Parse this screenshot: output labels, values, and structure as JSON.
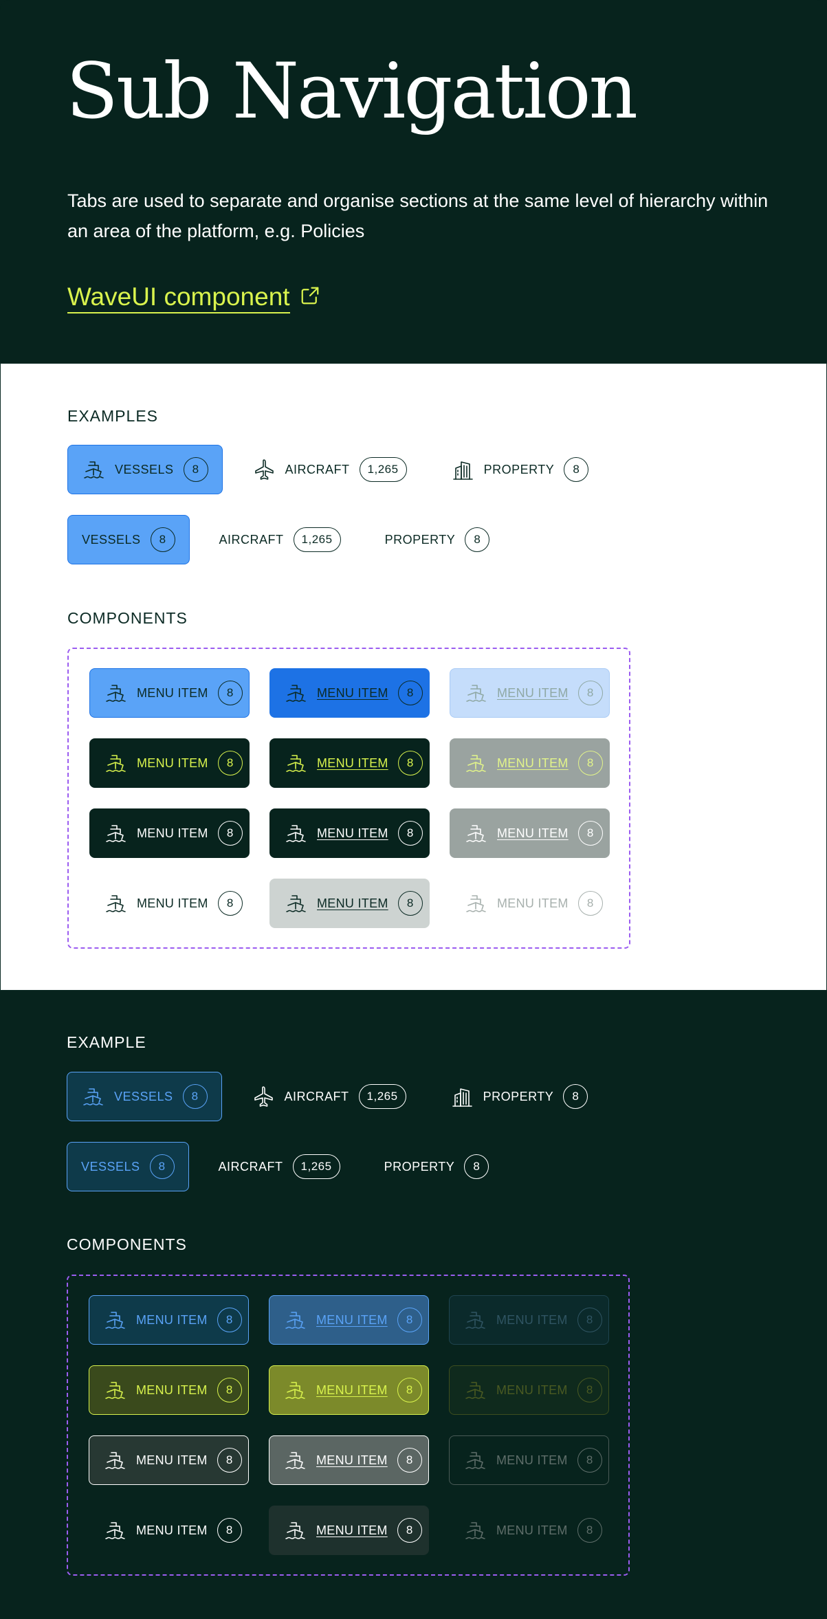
{
  "header": {
    "title": "Sub Navigation",
    "description": "Tabs are used to separate and organise sections at the same level of hierarchy within an area of the platform, e.g. Policies",
    "link_label": "WaveUI component",
    "link_icon": "external-link-icon"
  },
  "light": {
    "examples_label": "EXAMPLES",
    "examples_row1": [
      {
        "icon": "ship-icon",
        "label": "VESSELS",
        "count": "8"
      },
      {
        "icon": "airplane-icon",
        "label": "AIRCRAFT",
        "count": "1,265"
      },
      {
        "icon": "building-icon",
        "label": "PROPERTY",
        "count": "8"
      }
    ],
    "examples_row2": [
      {
        "label": "VESSELS",
        "count": "8"
      },
      {
        "label": "AIRCRAFT",
        "count": "1,265"
      },
      {
        "label": "PROPERTY",
        "count": "8"
      }
    ],
    "components_label": "COMPONENTS",
    "menu_item_label": "MENU ITEM",
    "menu_item_count": "8"
  },
  "dark": {
    "examples_label": "EXAMPLE",
    "examples_row1": [
      {
        "icon": "ship-icon",
        "label": "VESSELS",
        "count": "8"
      },
      {
        "icon": "airplane-icon",
        "label": "AIRCRAFT",
        "count": "1,265"
      },
      {
        "icon": "building-icon",
        "label": "PROPERTY",
        "count": "8"
      }
    ],
    "examples_row2": [
      {
        "label": "VESSELS",
        "count": "8"
      },
      {
        "label": "AIRCRAFT",
        "count": "1,265"
      },
      {
        "label": "PROPERTY",
        "count": "8"
      }
    ],
    "components_label": "COMPONENTS",
    "menu_item_label": "MENU ITEM",
    "menu_item_count": "8"
  },
  "colors": {
    "background_dark": "#07231d",
    "accent_blue": "#5aa3f7",
    "accent_blue_strong": "#1d72e5",
    "accent_lime": "#d9f34d",
    "dashed_border": "#9b5cf0"
  }
}
